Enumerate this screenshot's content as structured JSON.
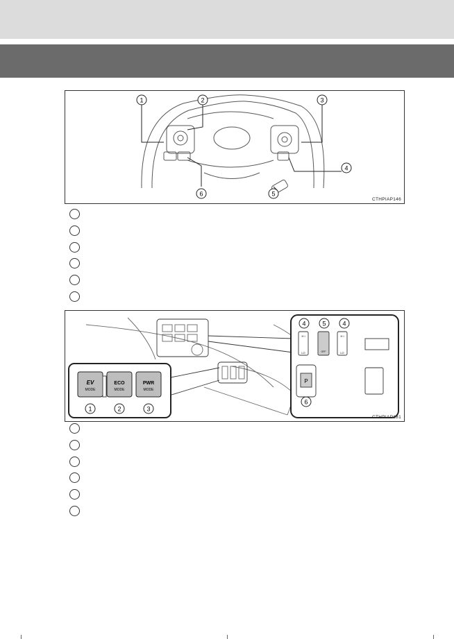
{
  "figures": [
    {
      "code": "CTHPIAP146",
      "callouts": [
        "1",
        "2",
        "3",
        "4",
        "5",
        "6"
      ]
    },
    {
      "code": "CTHPIAP181",
      "callouts": [
        "1",
        "2",
        "3",
        "4",
        "5",
        "4",
        "6"
      ],
      "buttons": [
        {
          "top": "EV",
          "bottom": "MODE"
        },
        {
          "top": "ECO",
          "bottom": "MODE"
        },
        {
          "top": "PWR",
          "bottom": "MODE"
        }
      ],
      "switch_labels": {
        "hi": "H I",
        "lo": "LO",
        "ptr": "P",
        "off": "OFF"
      }
    }
  ],
  "legend_counts": [
    6,
    6
  ],
  "colors": {
    "band_light": "#dcdcdc",
    "band_dark": "#6b6b6b",
    "button_fill": "#bdbdbd"
  }
}
